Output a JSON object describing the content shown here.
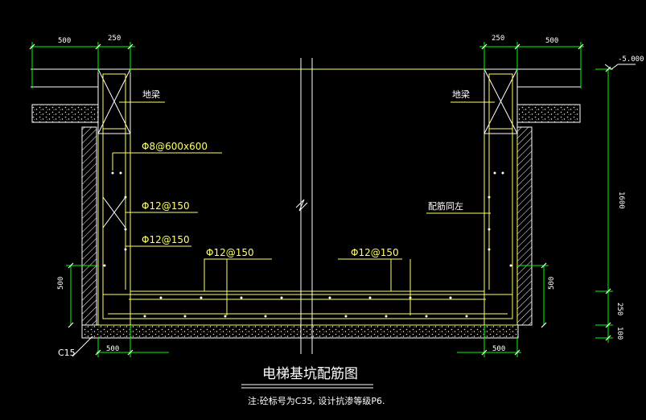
{
  "drawing": {
    "title": "电梯基坑配筋图",
    "note": "注:砼标号为C35, 设计抗渗等级P6.",
    "colors": {
      "background": "#000000",
      "structure": "#ffff00",
      "dimension": "#00ff00",
      "text": "#ffffff",
      "concrete_fill": "#d8d0a0"
    }
  },
  "dimensions": {
    "top_left_500": "500",
    "top_left_250": "250",
    "top_right_250": "250",
    "top_right_500": "500",
    "elevation": "-5.000",
    "right_1600": "1600",
    "right_250": "250",
    "right_100": "100",
    "left_side_500": "500",
    "right_side_500": "500",
    "bottom_left_500": "500",
    "bottom_right_500": "500"
  },
  "labels": {
    "ground_beam_left": "地梁",
    "ground_beam_right": "地梁",
    "rebar_grid": "Φ8@600x600",
    "wall_rebar_left_1": "Φ12@150",
    "wall_rebar_left_2": "Φ12@150",
    "slab_rebar_left": "Φ12@150",
    "slab_rebar_right": "Φ12@150",
    "same_reinforcement": "配筋同左",
    "cushion": "C15"
  }
}
